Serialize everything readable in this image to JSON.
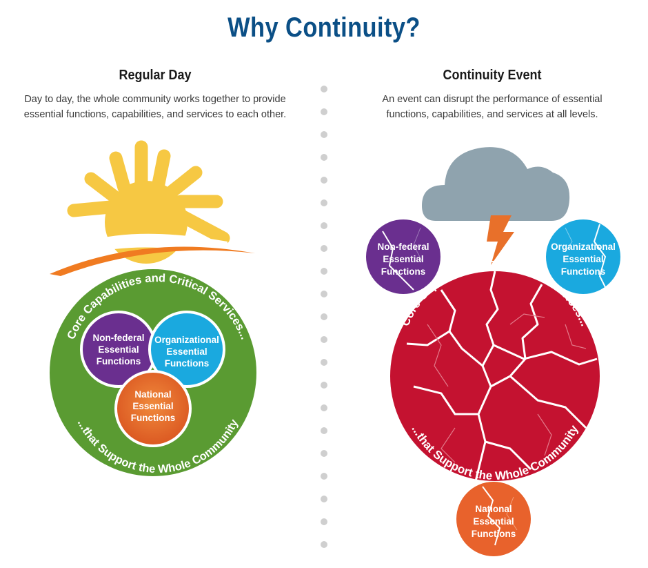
{
  "title": "Why Continuity?",
  "left": {
    "heading": "Regular Day",
    "desc_line1": "Day to day, the whole community works together to provide",
    "desc_line2": "essential functions, capabilities, and services to each other.",
    "arc_top": "Core Capabilities and Critical Services...",
    "arc_bottom": "...that Support the Whole Community",
    "nonfederal": [
      "Non-federal",
      "Essential",
      "Functions"
    ],
    "organizational": [
      "Organizational",
      "Essential",
      "Functions"
    ],
    "national": [
      "National",
      "Essential",
      "Functions"
    ]
  },
  "right": {
    "heading": "Continuity Event",
    "desc_line1": "An event can disrupt the performance of essential",
    "desc_line2": "functions, capabilities, and services at all levels.",
    "arc_top": "Core Capabilities and Critical Services...",
    "arc_bottom": "...that Support the Whole Community",
    "nonfederal": [
      "Non-federal",
      "Essential",
      "Functions"
    ],
    "organizational": [
      "Organizational",
      "Essential",
      "Functions"
    ],
    "national": [
      "National",
      "Essential",
      "Functions"
    ]
  },
  "colors": {
    "title": "#0b4f86",
    "green": "#5a9b32",
    "purple": "#6a2f8f",
    "blue": "#1aa9df",
    "orange": "#e8622c",
    "red": "#c41230",
    "sun": "#f6c843",
    "cloud": "#8fa3ae",
    "bolt": "#e8702a",
    "divider_dot": "#cfcfcf"
  },
  "icons": [
    "sun-icon",
    "storm-cloud-icon",
    "lightning-bolt-icon"
  ]
}
